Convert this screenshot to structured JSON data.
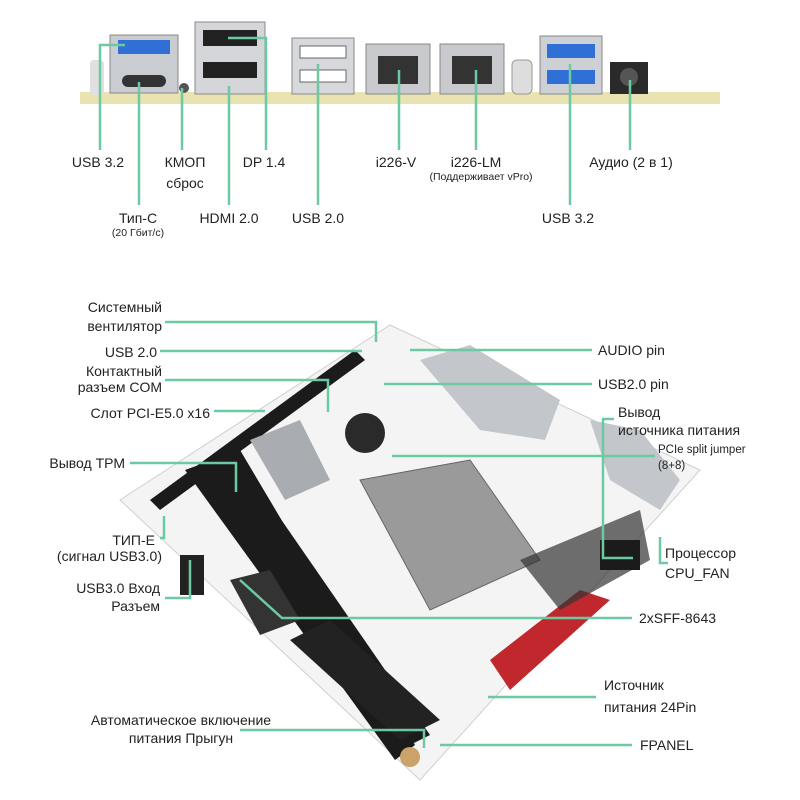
{
  "colors": {
    "leader": "#6ccaa2",
    "board": "#f2f2f2",
    "slot": "#1b1b1b",
    "dimm_accent": "#c0282d",
    "text": "#222222"
  },
  "io_panel": {
    "labels": [
      {
        "id": "usb32-left",
        "text": "USB 3.2"
      },
      {
        "id": "type-c",
        "text": "Тип-С",
        "sub": "(20 Гбит/с)"
      },
      {
        "id": "cmos",
        "text": "КМОП",
        "text2": "сброс"
      },
      {
        "id": "dp",
        "text": "DP 1.4"
      },
      {
        "id": "hdmi",
        "text": "HDMI 2.0"
      },
      {
        "id": "usb20",
        "text": "USB 2.0"
      },
      {
        "id": "i226v",
        "text": "i226-V"
      },
      {
        "id": "i226lm",
        "text": "i226-LM",
        "sub": "(Поддерживает vPro)"
      },
      {
        "id": "usb32-right",
        "text": "USB 3.2"
      },
      {
        "id": "audio",
        "text": "Аудио (2 в 1)"
      }
    ]
  },
  "board": {
    "left_labels": {
      "sys_fan": [
        "Системный",
        "вентилятор"
      ],
      "usb20": "USB 2.0",
      "com": [
        "Контактный",
        "разъем COM"
      ],
      "pcie": "Слот PCI-E5.0 x16",
      "tpm": "Вывод ТРМ",
      "type_e": [
        "ТИП-E",
        "(сигнал USB3.0)"
      ],
      "usb30": [
        "USB3.0 Вход",
        "Разъем"
      ],
      "auto_power": [
        "Автоматическое включение",
        "питания Прыгун"
      ]
    },
    "right_labels": {
      "audio_pin": "AUDIO pin",
      "usb20_pin": "USB2.0 pin",
      "power_out": [
        "Вывод",
        "источника питания"
      ],
      "pcie_split": [
        "PCIe split jumper",
        "(8+8)"
      ],
      "cpu_fan": [
        "Процессор",
        "CPU_FAN"
      ],
      "sff": "2xSFF-8643",
      "atx24": [
        "Источник",
        "питания 24Pin"
      ],
      "fpanel": "FPANEL"
    }
  }
}
